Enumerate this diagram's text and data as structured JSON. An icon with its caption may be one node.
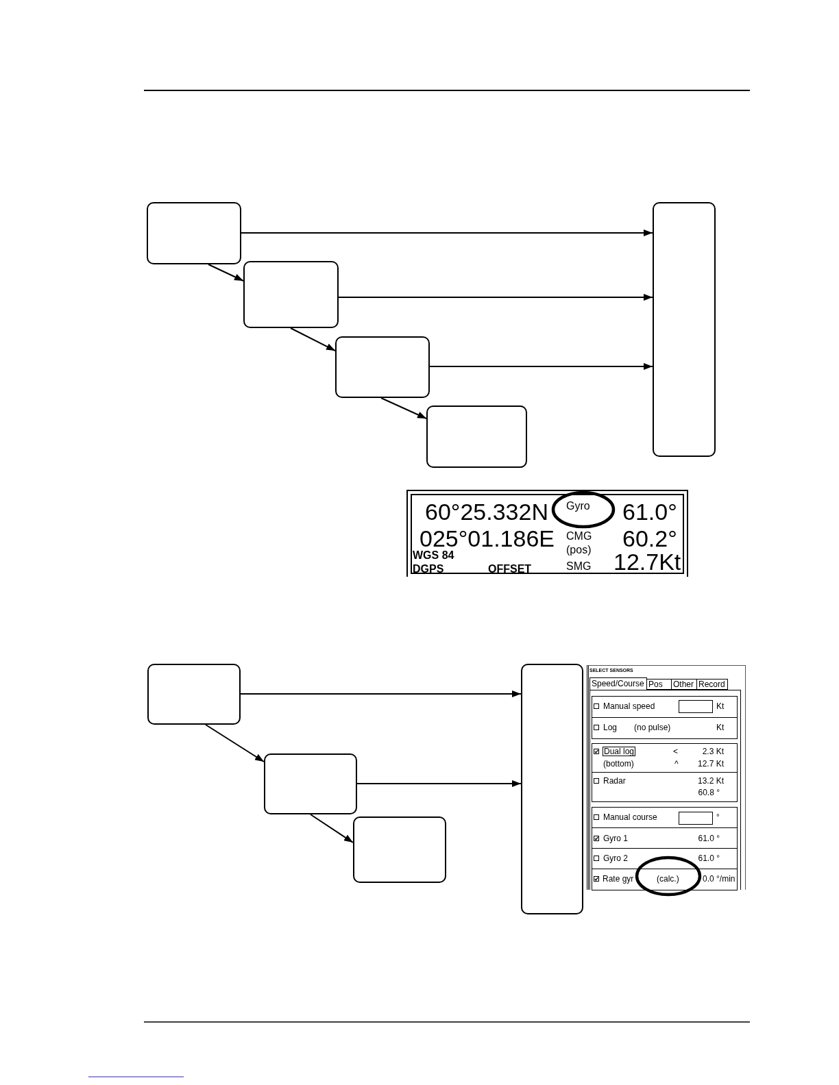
{
  "diagram": {
    "nodes": [
      {
        "text": [],
        "shape": "box"
      },
      {
        "text": [],
        "shape": "box"
      },
      {
        "text": [],
        "shape": "box"
      },
      {
        "text": [],
        "shape": "box"
      },
      {
        "text": [],
        "shape": "box"
      },
      {
        "text": [],
        "shape": "box"
      },
      {
        "text": [],
        "shape": "box"
      },
      {
        "text": [],
        "shape": "box"
      },
      {
        "text": [],
        "shape": "box"
      }
    ],
    "edges": [
      {
        "from": 0,
        "to": 4,
        "arrow": "to"
      },
      {
        "from": 0,
        "to": 1,
        "arrow": "to"
      },
      {
        "from": 1,
        "to": 4,
        "arrow": "to"
      },
      {
        "from": 1,
        "to": 2,
        "arrow": "to"
      },
      {
        "from": 2,
        "to": 4,
        "arrow": "to"
      },
      {
        "from": 2,
        "to": 3,
        "arrow": "to"
      },
      {
        "from": 5,
        "to": 8,
        "arrow": "to"
      },
      {
        "from": 5,
        "to": 6,
        "arrow": "to"
      },
      {
        "from": 6,
        "to": 8,
        "arrow": "to"
      },
      {
        "from": 6,
        "to": 7,
        "arrow": "to"
      }
    ],
    "labels": [
      "60°25.332N",
      "Gyro",
      "61.0°",
      "025°01.186E",
      "CMG (pos)",
      "60.2°",
      "WGS 84",
      "DGPS",
      "OFFSET",
      "SMG",
      "12.7Kt",
      "SELECT SENSORS",
      "Speed/Course",
      "Pos",
      "Other",
      "Record",
      "Manual speed",
      "Kt",
      "Log",
      "(no pulse)",
      "Kt",
      "Dual log",
      "<",
      "2.3 Kt",
      "(bottom)",
      "^",
      "12.7 Kt",
      "Radar",
      "13.2 Kt",
      "60.8 °",
      "Manual course",
      "°",
      "Gyro 1",
      "61.0 °",
      "Gyro 2",
      "61.0 °",
      "Rate gyr",
      "(calc.)",
      "0.0 °/min"
    ]
  }
}
